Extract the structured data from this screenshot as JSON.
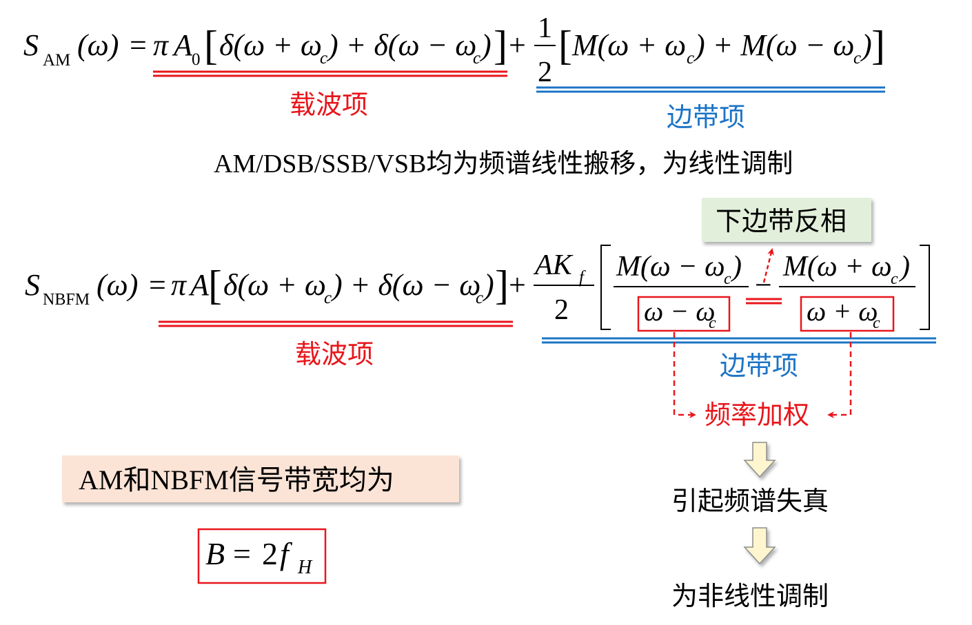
{
  "eq_am": {
    "S": "S",
    "sub": "AM",
    "omega": "(ω)",
    "eq": "=",
    "pi": "π",
    "A": "A",
    "zero": "0",
    "br_open": "[",
    "delta1": "δ(ω + ω",
    "c1": "c",
    "plus_mid": ") + δ(ω − ω",
    "c2": "c",
    "close1": ")",
    "br_close": "]",
    "plus": "+",
    "one": "1",
    "two": "2",
    "sb_open": "[",
    "m1": "M(ω + ω",
    "c3": "c",
    "m_mid": ") + M(ω − ω",
    "c4": "c",
    "m_close": ")",
    "sb_close": "]"
  },
  "label_carrier_1": "载波项",
  "label_sideband_1": "边带项",
  "note_linear": "AM/DSB/SSB/VSB均为频谱线性搬移，为线性调制",
  "box_lower_inverted": "下边带反相",
  "eq_nbfm": {
    "S": "S",
    "sub": "NBFM",
    "omega": "(ω)",
    "eq": "=",
    "pi": "π",
    "A": "A",
    "br_open": "[",
    "delta1": "δ(ω + ω",
    "c1": "c",
    "plus_mid": ") + δ(ω − ω",
    "c2": "c",
    "close1": ")",
    "br_close": "]",
    "plus": "+",
    "AK": "AK",
    "f": "f",
    "two": "2",
    "big_open": "[",
    "n1": "M(ω − ω",
    "n1c": "c",
    "n1close": ")",
    "minus": "−",
    "n2": "M(ω + ω",
    "n2c": "c",
    "n2close": ")",
    "d1": "ω − ω",
    "d1c": "c",
    "d2": "ω + ω",
    "d2c": "c",
    "big_close": "]"
  },
  "label_carrier_2": "载波项",
  "label_sideband_2": "边带项",
  "label_freq_weight": "频率加权",
  "label_distortion": "引起频谱失真",
  "label_nonlinear": "为非线性调制",
  "box_bandwidth": "AM和NBFM信号带宽均为",
  "eq_bandwidth": {
    "B": "B",
    "eq": "=",
    "two": "2",
    "f": "f",
    "H": "H"
  },
  "colors": {
    "red": "#e8161b",
    "blue": "#1b74c6",
    "green_box": "#e2efda",
    "pink_box": "#fbe3d6",
    "arrow_fill": "#fff6cf",
    "text": "#000000"
  }
}
